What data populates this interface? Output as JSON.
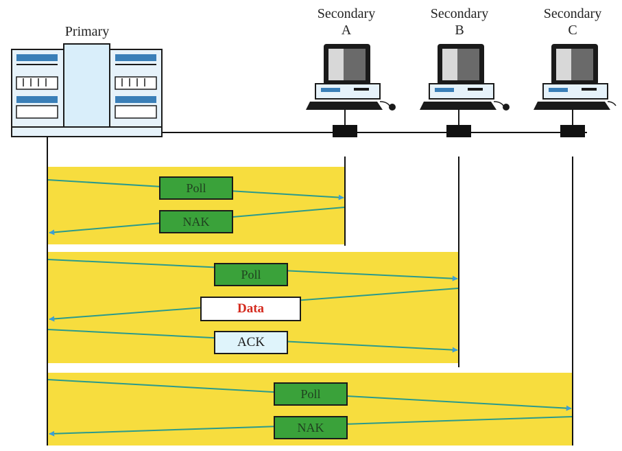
{
  "stations": {
    "primary": {
      "label": "Primary"
    },
    "secondary_a": {
      "line1": "Secondary",
      "line2": "A"
    },
    "secondary_b": {
      "line1": "Secondary",
      "line2": "B"
    },
    "secondary_c": {
      "line1": "Secondary",
      "line2": "C"
    }
  },
  "sessions": [
    {
      "messages": [
        {
          "label": "Poll"
        },
        {
          "label": "NAK"
        }
      ]
    },
    {
      "messages": [
        {
          "label": "Poll"
        },
        {
          "label": "Data"
        },
        {
          "label": "ACK"
        }
      ]
    },
    {
      "messages": [
        {
          "label": "Poll"
        },
        {
          "label": "NAK"
        }
      ]
    }
  ],
  "colors": {
    "session_band": "#f7dd3e",
    "arrow_line": "#2a9a8c",
    "arrow_head": "#3b9ed6",
    "poll_box": "#3aa23a",
    "data_text": "#d42a1e",
    "ack_box": "#dff4fb"
  }
}
